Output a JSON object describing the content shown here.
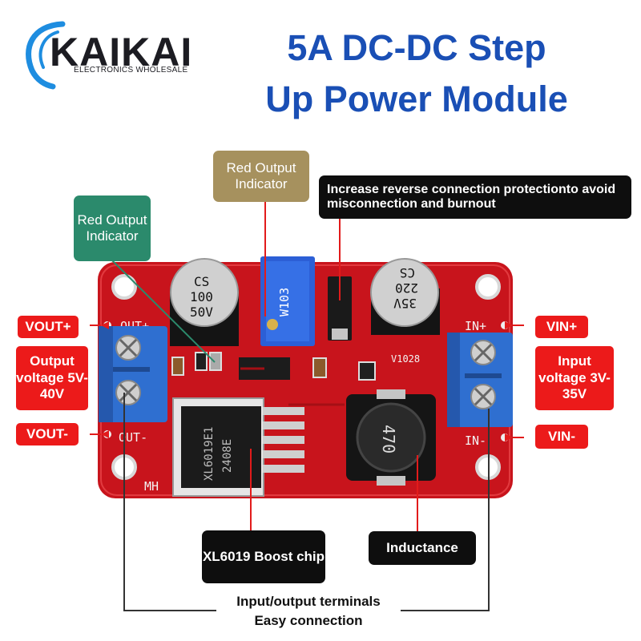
{
  "logo": {
    "name": "KAIKAI",
    "tagline": "ELECTRONICS WHOLESALE"
  },
  "title": {
    "line1": "5A DC-DC Step",
    "line2": "Up Power Module"
  },
  "callouts": {
    "red_output_indicator_top": "Red Output Indicator",
    "red_output_indicator_left": "Red Output Indicator",
    "reverse_protection": "Increase reverse connection protectionto avoid misconnection and burnout",
    "vout_plus": "VOUT+",
    "vout_minus": "VOUT-",
    "vin_plus": "VIN+",
    "vin_minus": "VIN-",
    "output_voltage": "Output voltage 5V-40V",
    "input_voltage": "Input voltage 3V-35V",
    "chip": "XL6019 Boost chip",
    "inductance": "Inductance",
    "terminals_line1": "Input/output terminals",
    "terminals_line2": "Easy connection"
  },
  "board": {
    "silk_out_plus": "OUT+",
    "silk_out_minus": "OUT-",
    "silk_in_plus": "IN+",
    "silk_in_minus": "IN-",
    "silk_mh": "MH",
    "silk_version": "V1028",
    "cap_left": [
      "CS",
      "100",
      "50V"
    ],
    "cap_right": [
      "35V",
      "220",
      "CS"
    ],
    "pot_code": "W103",
    "chip_code": [
      "XL6019E1",
      "2408E"
    ],
    "inductor_code": "470"
  },
  "colors": {
    "title_blue": "#1a4fb5",
    "label_red": "#ec1a1a",
    "pcb_red": "#c8141c",
    "terminal_blue": "#2f6fd0",
    "callout_gold": "#a6915e",
    "callout_green": "#2b8a6c"
  }
}
